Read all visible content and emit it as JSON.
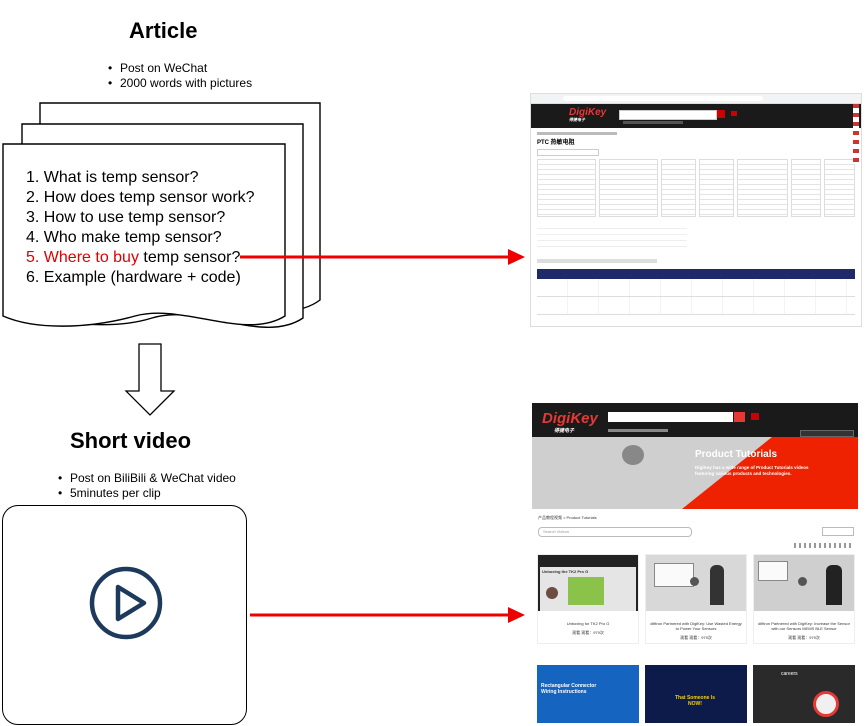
{
  "article": {
    "title": "Article",
    "bullets": [
      "Post on WeChat",
      "2000 words with pictures"
    ],
    "questions": [
      {
        "num": "1.",
        "text": "What is temp sensor?",
        "highlight": ""
      },
      {
        "num": "2.",
        "text": "How does temp sensor work?",
        "highlight": ""
      },
      {
        "num": "3.",
        "text": "How to use temp sensor?",
        "highlight": ""
      },
      {
        "num": "4.",
        "text": "Who make temp sensor?",
        "highlight": ""
      },
      {
        "num": "5.",
        "text": " temp sensor?",
        "highlight": "Where to buy"
      },
      {
        "num": "6.",
        "text": "Example (hardware + code)",
        "highlight": ""
      }
    ]
  },
  "video": {
    "title": "Short video",
    "bullets": [
      "Post on BiliBili & WeChat video",
      "5minutes per clip"
    ]
  },
  "shot1": {
    "brand": "DigiKey",
    "brand_cn": "得捷电子",
    "page_title": "PTC 热敏电阻"
  },
  "shot2": {
    "brand": "DigiKey",
    "brand_cn": "得捷电子",
    "hero_title": "Product Tutorials",
    "hero_text": "DigiKey has a wide range of Product Tutorials videos featuring various products and technologies.",
    "breadcrumb": "产品教程视频 > Product Tutorials",
    "search_placeholder": "Search Videos",
    "cards": [
      {
        "title": "Unboxing the TK2 Pro G",
        "caption": "Unboxing for TK2 Pro G",
        "views": "观看 观看：979次"
      },
      {
        "title": "",
        "caption": "difitron Partnered with DigiKey: Use Wasted Energy to Power Your Sensors",
        "views": "观看 观看：979次"
      },
      {
        "title": "",
        "caption": "difitron Partnered with DigiKey: Increase the Sensor with our Sensors MEMS BLE Sensor",
        "views": "观看 观看：979次"
      }
    ],
    "cards2": [
      {
        "title": "Rectangular Connector Wiring Instructions"
      },
      {
        "title": "That Someone Is NOW!"
      },
      {
        "title": "careers"
      }
    ]
  },
  "colors": {
    "accent_red": "#e00000",
    "digikey_red": "#cc0000",
    "navy": "#1d3a5c",
    "digikey_dark": "#1a1a1a"
  }
}
